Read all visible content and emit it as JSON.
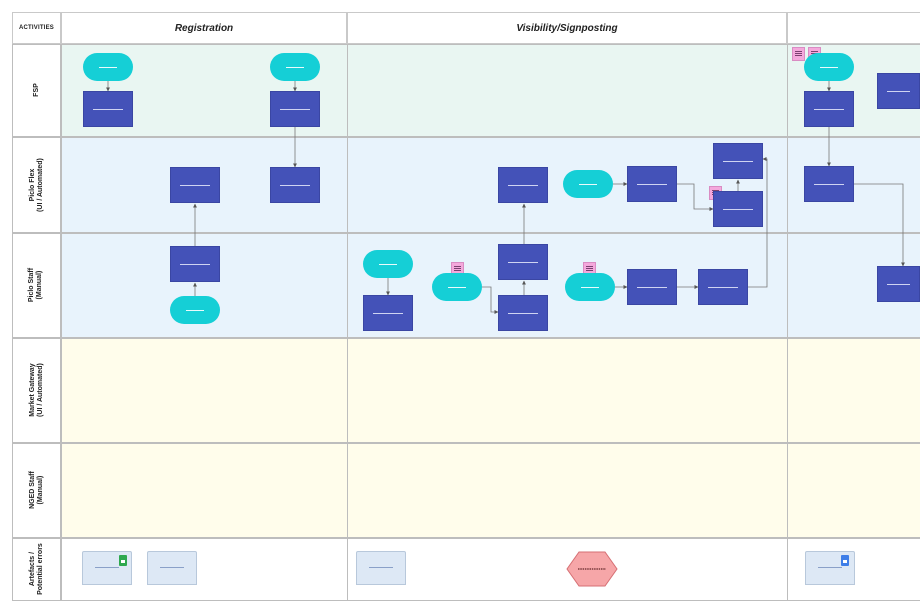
{
  "headers": {
    "activities": "ACTIVITIES",
    "registration": "Registration",
    "visibility": "Visibility/Signposting"
  },
  "lanes": [
    {
      "label": "FSP"
    },
    {
      "label": "Piclo Flex\n(UI / Automated)"
    },
    {
      "label": "Piclo Staff\n(Manual)"
    },
    {
      "label": "Market Gateway\n(UI / Automated)"
    },
    {
      "label": "NGED Staff\n(Manual)"
    },
    {
      "label": "Artefacts /\nPotential errors"
    }
  ],
  "colors": {
    "lane_fsp": "#e9f6f2",
    "lane_piclo": "#e8f3fc",
    "lane_market": "#fffdeb",
    "lane_artefact": "#ffffff",
    "process": "#4452b8",
    "terminal": "#15cfd6",
    "note": "#f4a8dc",
    "error": "#f6a6a8",
    "sheet_icon": "#2ea84f",
    "doc_icon": "#3e7ee8"
  },
  "icons": [
    "sheets-icon",
    "docs-icon",
    "error-hexagon-icon"
  ]
}
